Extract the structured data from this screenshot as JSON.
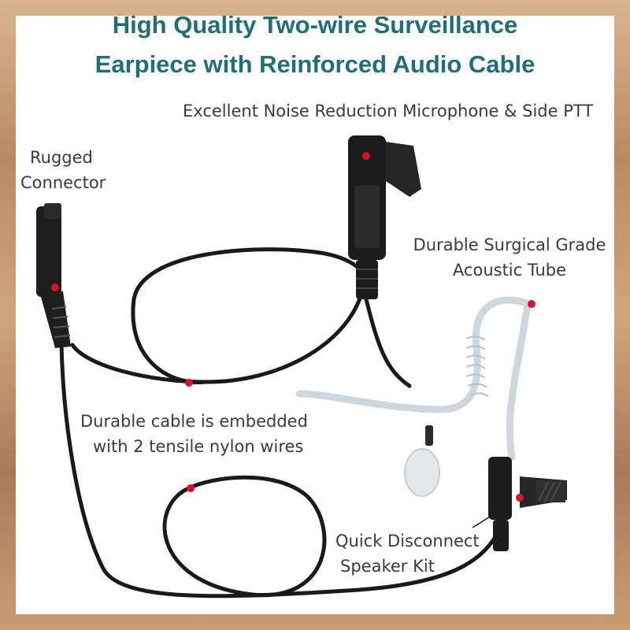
{
  "title": {
    "line1": "High Quality Two-wire Surveillance",
    "line2": "Earpiece with Reinforced Audio Cable"
  },
  "labels": {
    "mic_ptt": "Excellent Noise Reduction Microphone & Side PTT",
    "connector_line1": "Rugged",
    "connector_line2": "Connector",
    "tube_line1": "Durable Surgical Grade",
    "tube_line2": "Acoustic Tube",
    "cable_line1": "Durable cable is embedded",
    "cable_line2": "with 2 tensile nylon wires",
    "speaker_line1": "Quick Disconnect",
    "speaker_line2": "Speaker Kit"
  },
  "colors": {
    "title": "#1f6f7a",
    "marker": "#e0102a",
    "cable": "#1a1a1a"
  }
}
